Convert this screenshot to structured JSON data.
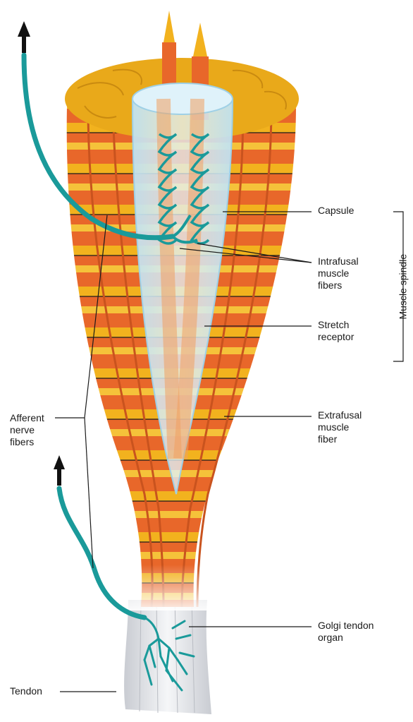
{
  "labels": {
    "capsule": "Capsule",
    "intrafusal": "Intrafusal\nmuscle\nfibers",
    "stretch_receptor": "Stretch\nreceptor",
    "muscle_spindle": "Muscle spindle",
    "extrafusal": "Extrafusal\nmuscle\nfiber",
    "afferent": "Afferent\nnerve\nfibers",
    "golgi": "Golgi tendon\norgan",
    "tendon": "Tendon"
  },
  "colors": {
    "muscle_red": "#e8672a",
    "muscle_yellow": "#f2b21e",
    "muscle_top": "#e9a91a",
    "nerve_teal": "#1a9a9a",
    "capsule_blue": "#cfe9f4",
    "tendon_gray": "#e4e6ea",
    "leader_line": "#1a1a1a"
  }
}
